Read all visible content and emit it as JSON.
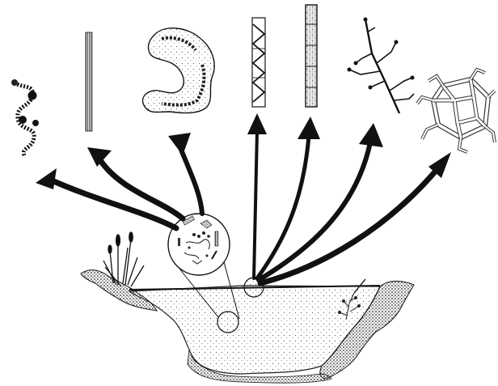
{
  "figure": {
    "subject": "pond-cross-section",
    "organisms": [
      "chain-colony-organism",
      "thin-filament-organism",
      "lobed-colony-organism",
      "spiral-chloroplast-filament",
      "banded-filament",
      "branched-filament",
      "net-colony-organism"
    ],
    "colors": {
      "ink": "#111111",
      "stipple": "#555555",
      "paper": "#ffffff"
    }
  }
}
